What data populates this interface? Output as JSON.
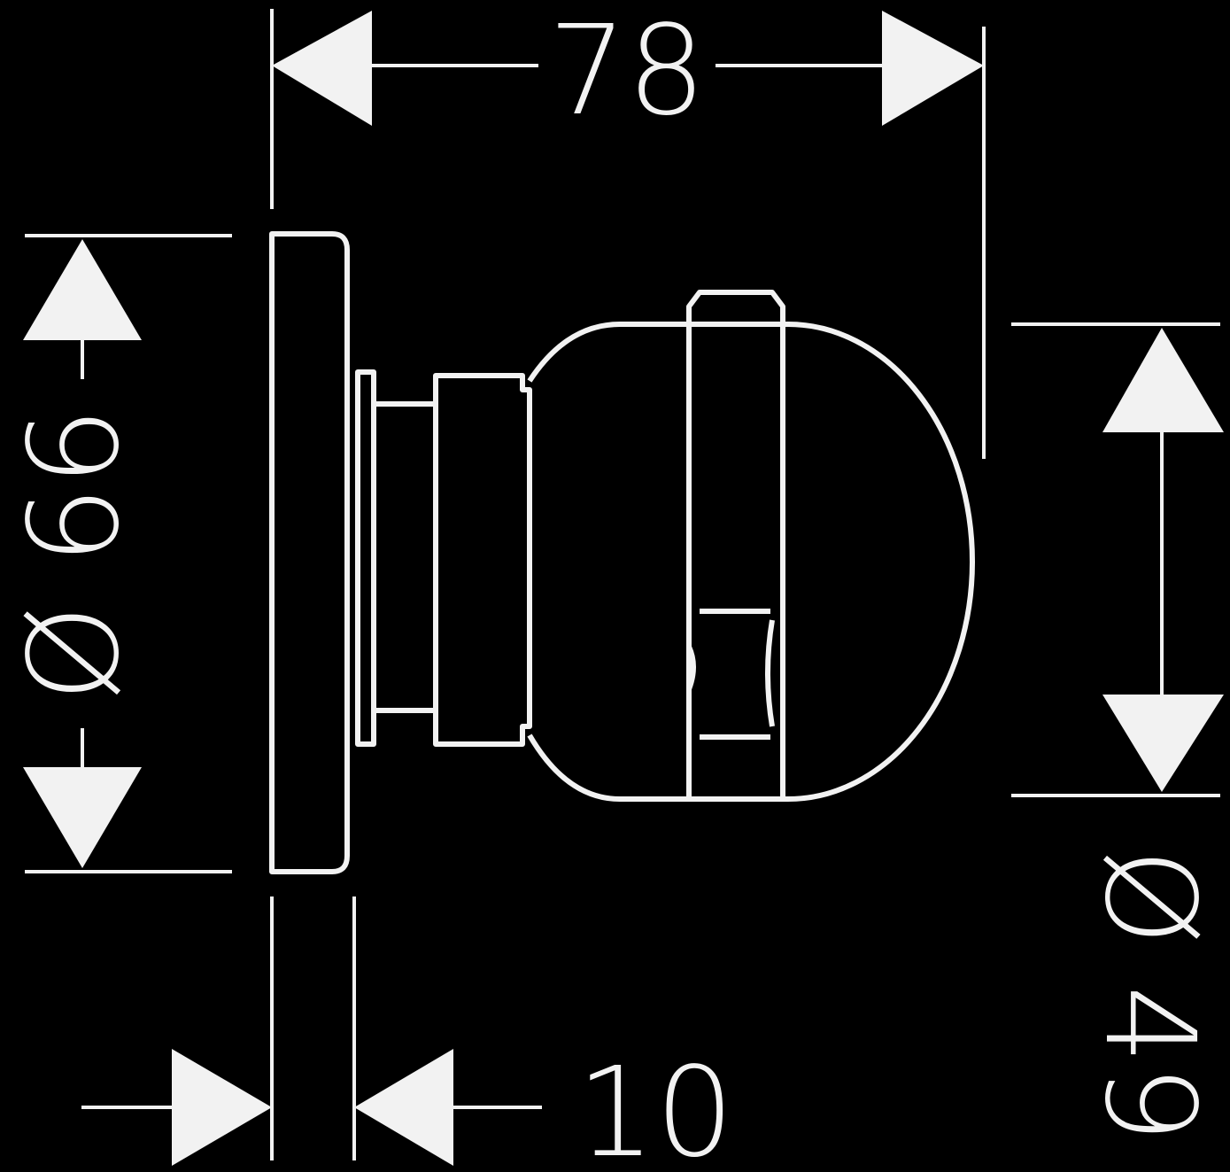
{
  "drawing": {
    "colors": {
      "background": "#000000",
      "line": "#f2f2f2"
    },
    "dimensions": {
      "overall_depth": "78",
      "escutcheon_diameter": "Ø 66",
      "knob_diameter": "Ø 49",
      "escutcheon_depth": "10"
    }
  }
}
